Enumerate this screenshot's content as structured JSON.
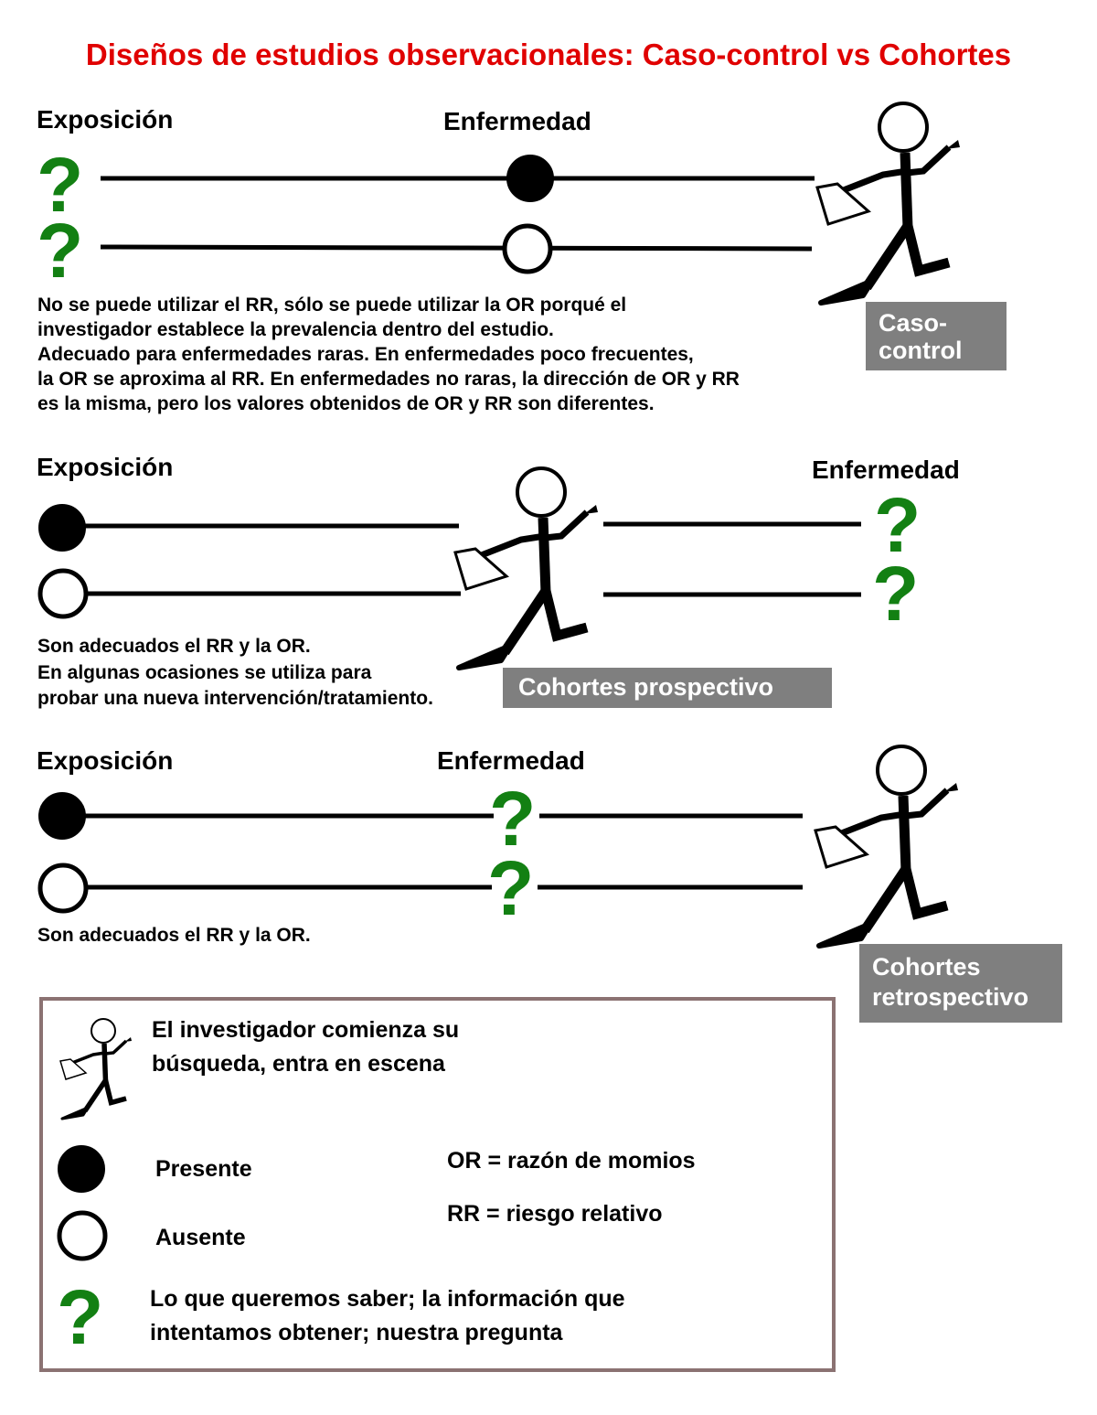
{
  "title": "Diseños de estudios observacionales: Caso-control vs Cohortes",
  "colors": {
    "title": "#e00000",
    "question": "#138013",
    "tag_bg": "#7f7f7f",
    "tag_text": "#ffffff",
    "legend_border": "#8b7272"
  },
  "case_control": {
    "exposure_label": "Exposición",
    "disease_label": "Enfermedad",
    "description": [
      "No se puede utilizar el RR, sólo se puede utilizar la OR porqué el",
      "investigador establece la prevalencia dentro del estudio.",
      "Adecuado para enfermedades raras.  En enfermedades poco frecuentes,",
      "la OR se aproxima al RR. En enfermedades no raras, la dirección de OR y RR",
      "es la misma, pero los valores obtenidos de OR y RR son diferentes."
    ],
    "tag": [
      "Caso-",
      "control"
    ]
  },
  "prospective": {
    "exposure_label": "Exposición",
    "disease_label": "Enfermedad",
    "description": [
      "Son adecuados el RR y la OR.",
      "En algunas ocasiones se utiliza para",
      "probar una nueva intervención/tratamiento."
    ],
    "tag": [
      "Cohortes prospectivo"
    ]
  },
  "retrospective": {
    "exposure_label": "Exposición",
    "disease_label": "Enfermedad",
    "description": [
      "Son adecuados el RR y la OR."
    ],
    "tag": [
      "Cohortes",
      "retrospectivo"
    ]
  },
  "question_mark": "?",
  "legend": {
    "investigator": [
      "El investigador comienza su",
      "búsqueda, entra en escena"
    ],
    "present": "Presente",
    "absent": "Ausente",
    "or_def": "OR = razón de momios",
    "rr_def": "RR = riesgo relativo",
    "question": [
      "Lo que queremos saber; la información que",
      "intentamos obtener; nuestra pregunta"
    ]
  }
}
